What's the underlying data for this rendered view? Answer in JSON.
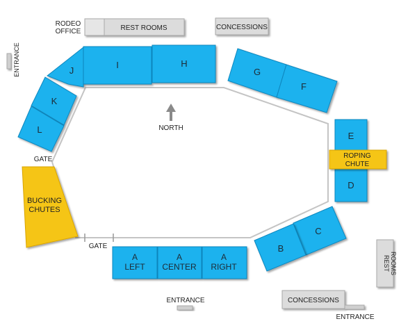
{
  "colors": {
    "section_fill": "#1fb2ee",
    "section_edge": "#0e86bd",
    "chute_fill": "#f5c518",
    "chute_edge": "#d9a400",
    "facility_fill": "#dcdcdc",
    "facility_edge": "#a9a9a9",
    "arena_stroke": "#c4c4c4",
    "text": "#222222"
  },
  "facilities": {
    "rodeo_office_line1": "RODEO",
    "rodeo_office_line2": "OFFICE",
    "rest_rooms_top": "REST ROOMS",
    "concessions_top": "CONCESSIONS",
    "rest_rooms_right_line1": "REST",
    "rest_rooms_right_line2": "ROOMS",
    "concessions_bottom": "CONCESSIONS"
  },
  "labels": {
    "entrance_left": "ENTRANCE",
    "entrance_bottom": "ENTRANCE",
    "entrance_bottom_right": "ENTRANCE",
    "gate_left": "GATE",
    "gate_bottom": "GATE",
    "north": "NORTH"
  },
  "icons": {
    "north_arrow": "arrow-up-icon"
  },
  "sections": {
    "i": "I",
    "h": "H",
    "j": "J",
    "k": "K",
    "l": "L",
    "g": "G",
    "f": "F",
    "e": "E",
    "d": "D",
    "c": "C",
    "b": "B",
    "a_left_line1": "A",
    "a_left_line2": "LEFT",
    "a_center_line1": "A",
    "a_center_line2": "CENTER",
    "a_right_line1": "A",
    "a_right_line2": "RIGHT"
  },
  "chutes": {
    "bucking_line1": "Bucking",
    "bucking_line2": "Chutes",
    "roping_line1": "ROPING",
    "roping_line2": "CHUTE"
  }
}
